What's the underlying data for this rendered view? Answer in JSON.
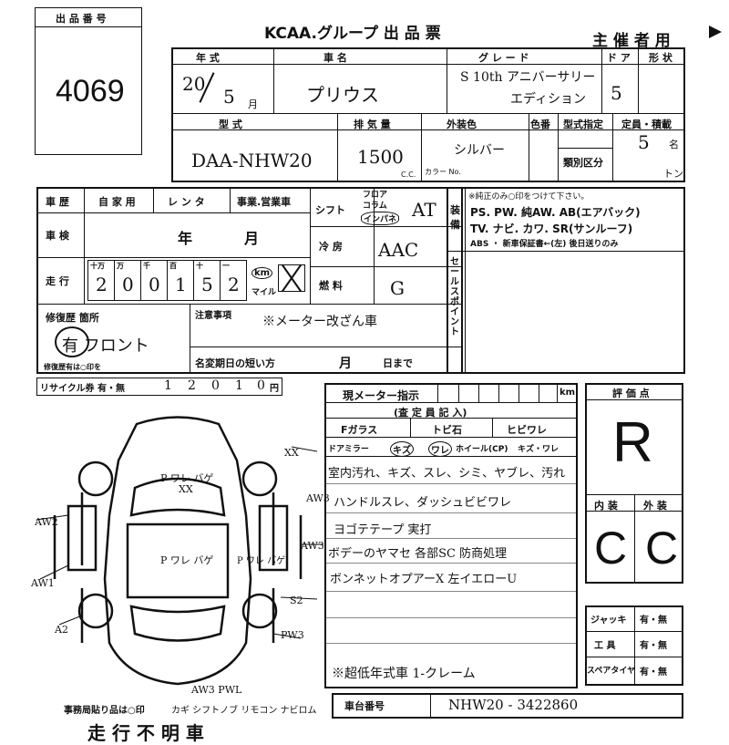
{
  "top": {
    "lot_header": "出 品 番 号",
    "lot_number": "4069",
    "group_title": "KCAA.グループ 出 品 票",
    "organizer": "主 催 者 用"
  },
  "row1": {
    "year_label": "年 式",
    "model_label": "車 名",
    "grade_label": "グ レ ー ド",
    "doors_label": "ド ア",
    "shape_label": "形 状",
    "year_value": "20",
    "month_value": "5",
    "month_unit": "月",
    "car_name": "プリウス",
    "grade_value_1": "S 10th アニバーサリー",
    "grade_value_2": "エディション",
    "doors_value": "5"
  },
  "row2": {
    "type_label": "型 式",
    "displacement_label": "排 気 量",
    "color_label": "外装色",
    "color_no_label": "色番",
    "type_approval_label": "型式指定",
    "capacity_label": "定員・積載",
    "class_label": "類別区分",
    "type_value": "DAA-NHW20",
    "displacement_value": "1500",
    "cc_unit": "C.C.",
    "color_value": "シルバー",
    "color_no_small": "カラー No.",
    "capacity_value": "5",
    "capacity_unit": "名",
    "ton_unit": "トン"
  },
  "history": {
    "history_label": "車 歴",
    "private_use": "自 家 用",
    "rental": "レ ン タ",
    "business": "事業.営業車",
    "inspection_label": "車 検",
    "year_unit": "年",
    "month_unit": "月",
    "mileage_label": "走 行",
    "mileage_digits_labels": [
      "十万",
      "万",
      "千",
      "百",
      "十",
      "一"
    ],
    "mileage_digits": [
      "2",
      "0",
      "0",
      "1",
      "5",
      "2"
    ],
    "km_label": "km",
    "mile_label": "マイル",
    "repair_label": "修復歴 箇所",
    "repair_value": "有 フロント",
    "repair_note": "修復歴有は○印を",
    "recycle_label": "リサイクル券 有・無",
    "recycle_digits": [
      "1",
      "2",
      "0",
      "1",
      "0"
    ],
    "recycle_unit": "円"
  },
  "shift": {
    "shift_label": "シフト",
    "floor": "フロア",
    "column": "コラム",
    "inpane": "インパネ",
    "shift_value": "AT",
    "ac_label": "冷 房",
    "ac_value": "AAC",
    "fuel_label": "燃 料",
    "fuel_value": "G"
  },
  "equipment": {
    "label": "装備",
    "note": "※純正のみ○印をつけて下さい。",
    "line1": "PS. PW. 純AW. AB(エアバック)",
    "line2": "TV. ナビ. カワ. SR(サンルーフ)",
    "line3": "ABS ・ 新車保証書←(左) 後日送りのみ"
  },
  "sales_point_label": "セールスポイント",
  "notes": {
    "label": "注意事項",
    "value": "※メーター改ざん車",
    "registration_label": "名変期日の短い方",
    "month_unit": "月",
    "day_unit": "日まで"
  },
  "inspector": {
    "meter_label": "現メーター指示",
    "km_unit": "km",
    "header": "(査 定 員 記 入)",
    "f_glass": "Fガラス",
    "tobi": "トビ石",
    "hibi": "ヒビワレ",
    "door_mirror": "ドアミラー",
    "kizu": "キズ",
    "ware": "ワレ",
    "wheel": "ホイール(CP)",
    "wheel_opts": "キズ・ワレ",
    "comments": [
      "室内汚れ、キズ、スレ、シミ、ヤブレ、汚れ",
      "ハンドルスレ、ダッシュビビワレ",
      "ヨゴテテープ 実打",
      "ボデーのヤマセ 各部SC 防商処理",
      "ボンネットオプアーX 左イエローU"
    ],
    "bottom_note": "※超低年式車 1-クレーム"
  },
  "rating": {
    "label": "評 価 点",
    "overall": "R",
    "interior_label": "内 装",
    "exterior_label": "外 装",
    "interior": "C",
    "exterior": "C"
  },
  "tools": {
    "jack": "ジャッキ",
    "tools": "工 具",
    "spare": "スペアタイヤ",
    "yes_no": "有・無"
  },
  "chassis": {
    "label": "車台番号",
    "value": "NHW20 - 3422860"
  },
  "diagram": {
    "marks": [
      "XX",
      "XX",
      "AW3",
      "AW2",
      "AW1",
      "AW3",
      "S2",
      "A2",
      "PW3",
      "AW3 PWL",
      "P ワレ バゲ",
      "P ワレ バゲ",
      "P ワレ バゲ"
    ]
  },
  "footer": {
    "office_note": "事務局貼り品は○印",
    "items": "カギ シフトノブ リモコン ナビロム",
    "stamp": "走 行 不 明 車"
  }
}
